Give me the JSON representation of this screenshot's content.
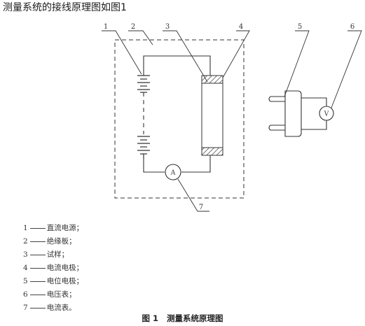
{
  "header": {
    "title": "测量系统的接线原理图如图1"
  },
  "diagram": {
    "callouts": [
      "1",
      "2",
      "3",
      "4",
      "5",
      "6",
      "7"
    ],
    "ammeter_symbol": "A",
    "voltmeter_symbol": "V"
  },
  "legend": [
    {
      "number": "1",
      "label": "直流电源；"
    },
    {
      "number": "2",
      "label": "绝缘板；"
    },
    {
      "number": "3",
      "label": "试样；"
    },
    {
      "number": "4",
      "label": "电流电极；"
    },
    {
      "number": "5",
      "label": "电位电极；"
    },
    {
      "number": "6",
      "label": "电压表；"
    },
    {
      "number": "7",
      "label": "电流表。"
    }
  ],
  "caption": {
    "figure_label": "图 1",
    "title": "测量系统原理图"
  },
  "colors": {
    "line": "#333333",
    "hatch": "#555555",
    "background": "#ffffff"
  }
}
